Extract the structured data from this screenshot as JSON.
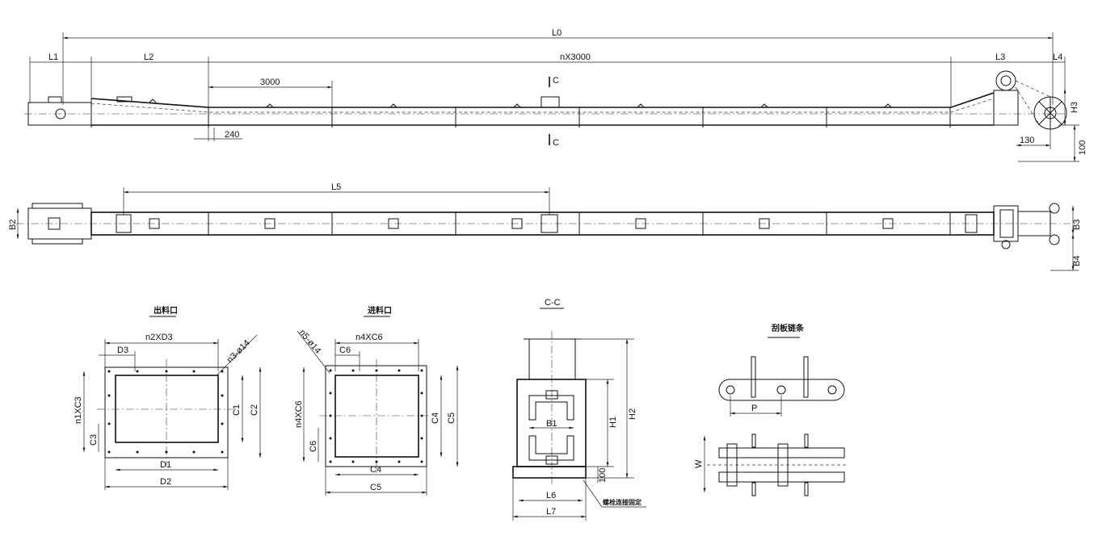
{
  "elevation_view": {
    "dims": {
      "L0": "L0",
      "L1": "L1",
      "L2": "L2",
      "nx3000": "nX3000",
      "L3": "L3",
      "L4": "L4",
      "d3000": "3000",
      "d240": "240",
      "d130": "130",
      "d100": "100",
      "H3": "H3"
    },
    "section_mark_top": "C",
    "section_mark_bottom": "C"
  },
  "plan_view": {
    "dims": {
      "L5": "L5",
      "B2": "B2",
      "B3": "B3",
      "B4": "B4"
    }
  },
  "outlet_detail": {
    "title": "出料口",
    "dims": {
      "n2xD3": "n2XD3",
      "D3": "D3",
      "n3": "n3-ø14",
      "n1xC3": "n1XC3",
      "C3": "C3",
      "C1": "C1",
      "C2": "C2",
      "D1": "D1",
      "D2": "D2"
    }
  },
  "inlet_detail": {
    "title": "进料口",
    "dims": {
      "n4xC6": "n4XC6",
      "C6": "C6",
      "n5": "n5-ø14",
      "n4xC6v": "n4XC6",
      "C6v": "C6",
      "C4": "C4",
      "C5": "C5",
      "C4h": "C4",
      "C5h": "C5"
    }
  },
  "section_cc": {
    "title": "C-C",
    "dims": {
      "H1": "H1",
      "H2": "H2",
      "d100": "100",
      "B1": "B1",
      "L6": "L6",
      "L7": "L7"
    },
    "note": "螺栓连接固定"
  },
  "chain_detail": {
    "title": "刮板链条",
    "dims": {
      "P": "P",
      "W": "W"
    }
  }
}
